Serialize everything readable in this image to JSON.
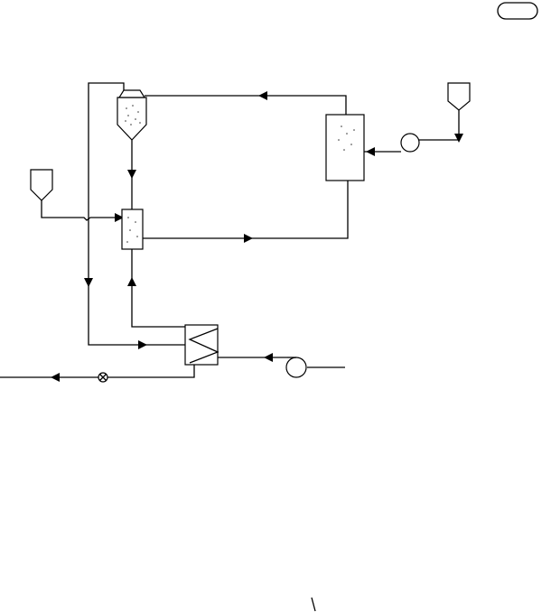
{
  "diagram": {
    "type": "process-flow-schematic",
    "labels": [],
    "components": [
      {
        "name": "cyclone-hopper",
        "icon": "cyclone-icon"
      },
      {
        "name": "reactor-vessel",
        "icon": "vessel-icon"
      },
      {
        "name": "feed-hopper-left",
        "icon": "hopper-icon"
      },
      {
        "name": "feed-hopper-right",
        "icon": "hopper-icon"
      },
      {
        "name": "mixing-chamber",
        "icon": "vessel-icon"
      },
      {
        "name": "heat-exchanger",
        "icon": "heat-exchanger-icon"
      },
      {
        "name": "pump-top",
        "icon": "pump-icon"
      },
      {
        "name": "pump-bottom",
        "icon": "pump-icon"
      },
      {
        "name": "valve",
        "icon": "valve-icon"
      }
    ],
    "colors": {
      "stroke": "#000000",
      "background": "#ffffff"
    }
  }
}
